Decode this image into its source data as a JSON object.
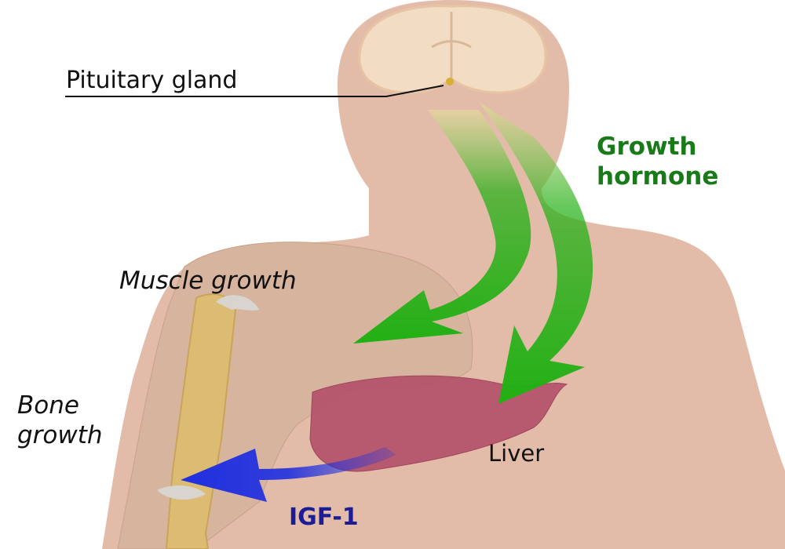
{
  "labels": {
    "pituitary": "Pituitary gland",
    "growth_hormone_line1": "Growth",
    "growth_hormone_line2": "hormone",
    "muscle": "Muscle growth",
    "bone_line1": "Bone",
    "bone_line2": "growth",
    "liver": "Liver",
    "igf": "IGF-1"
  },
  "colors": {
    "skin": "#e2bca8",
    "brain": "#f3dcc4",
    "muscle": "#d7b49e",
    "liver": "#b4526c",
    "bone": "#dcbc72",
    "growth_hormone_arrow": "#22b014",
    "growth_hormone_text": "#197a19",
    "igf_arrow": "#1f2fe0",
    "igf_text": "#1c1c96"
  }
}
